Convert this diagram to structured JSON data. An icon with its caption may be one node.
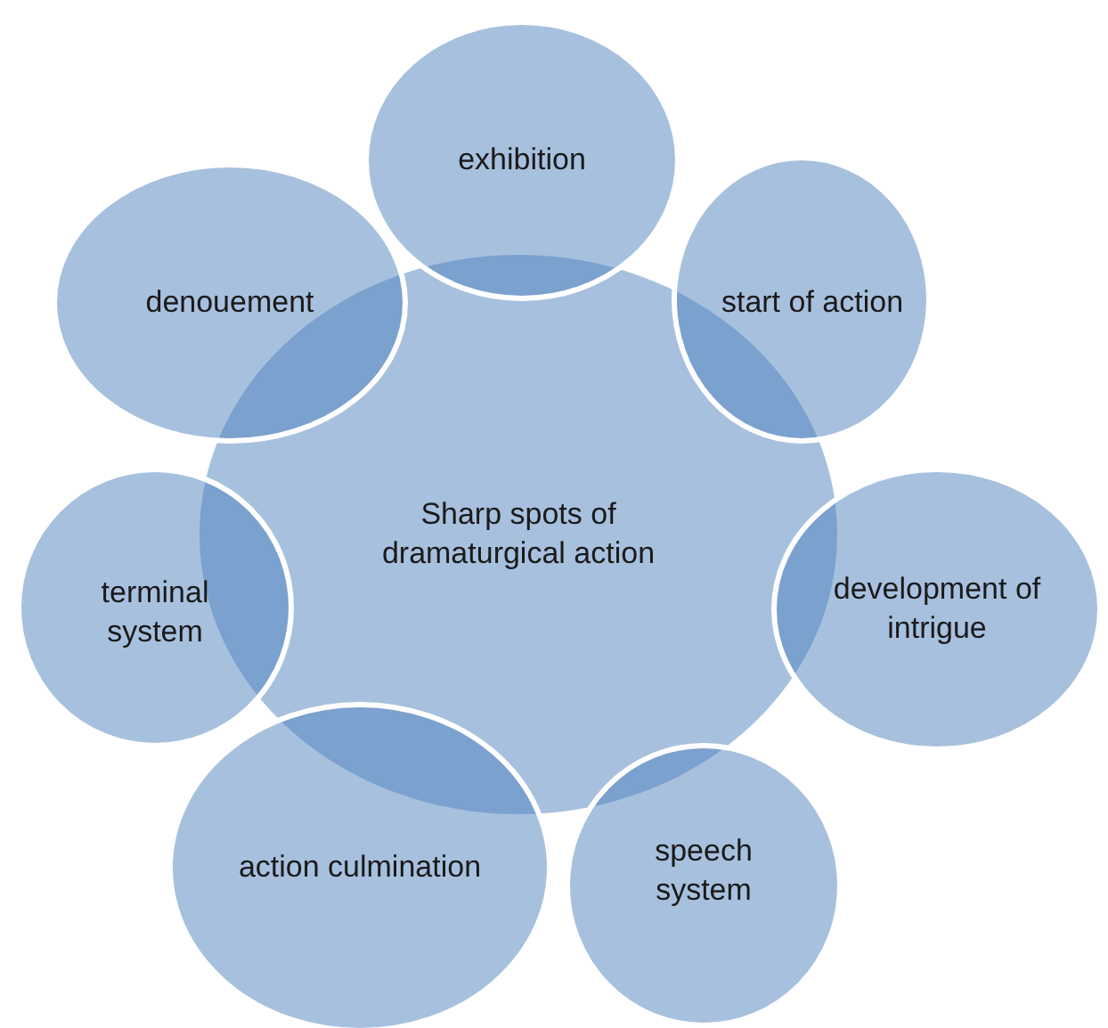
{
  "diagram": {
    "nodes": [
      {
        "text": [
          "Sharp spots of dramaturgical action"
        ]
      },
      {
        "text": [
          "exhibition"
        ]
      },
      {
        "text": [
          "start of action"
        ]
      },
      {
        "text": [
          "development of intrigue"
        ]
      },
      {
        "text": [
          "speech system"
        ]
      },
      {
        "text": [
          "action culmination"
        ]
      },
      {
        "text": [
          "terminal system"
        ]
      },
      {
        "text": [
          "denouement"
        ]
      }
    ]
  }
}
